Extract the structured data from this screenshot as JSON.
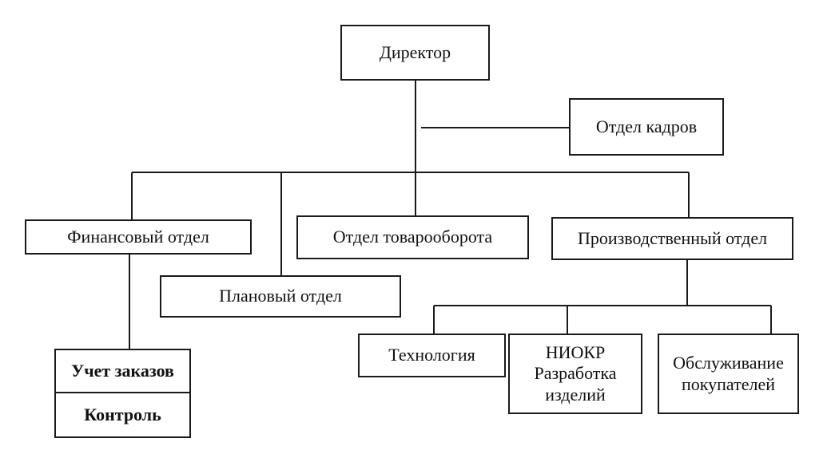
{
  "org_chart": {
    "director": "Директор",
    "hr_department": "Отдел кадров",
    "finance_department": "Финансовый отдел",
    "planning_department": "Плановый отдел",
    "trade_department": "Отдел товарооборота",
    "production_department": "Производственный отдел",
    "order_accounting": "Учет заказов",
    "control": "Контроль",
    "technology": "Технология",
    "rnd_line1": "НИОКР",
    "rnd_line2": "Разработка",
    "rnd_line3": "изделий",
    "customer_service_line1": "Обслуживание",
    "customer_service_line2": "покупателей"
  }
}
